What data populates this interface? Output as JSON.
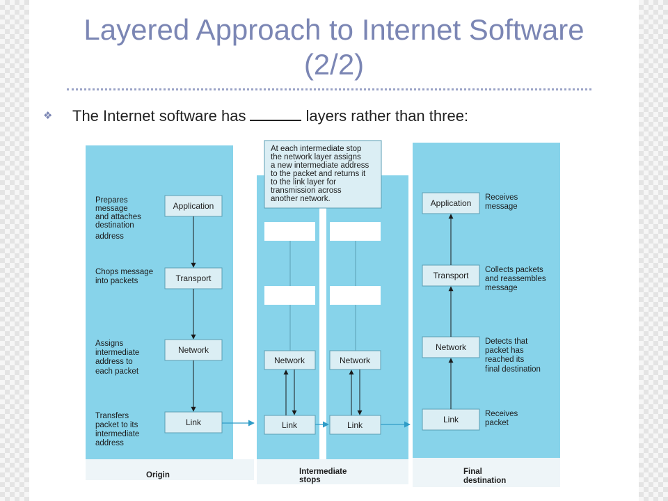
{
  "slide": {
    "title_line1": "Layered Approach to Internet Software",
    "title_line2": "(2/2)",
    "bullet_text_before": "The Internet software has",
    "bullet_text_after": "layers rather than three:",
    "bullet_icon": "diamond-bullet-icon"
  },
  "diagram": {
    "origin": {
      "caption": "Origin",
      "layers": [
        "Application",
        "Transport",
        "Network",
        "Link"
      ],
      "notes": [
        [
          "Prepares",
          "message",
          "and attaches",
          "destination",
          "address"
        ],
        [
          "Chops message",
          "into packets"
        ],
        [
          "Assigns",
          "intermediate",
          "address to",
          "each packet"
        ],
        [
          "Transfers",
          "packet to its",
          "intermediate",
          "address"
        ]
      ]
    },
    "intermediate": {
      "caption": [
        "Intermediate",
        "stops"
      ],
      "callout": [
        "At each intermediate stop",
        "the network layer assigns",
        "a new intermediate address",
        "to the packet and returns it",
        "to the link layer for",
        "transmission across",
        "another network."
      ],
      "layers": [
        "Network",
        "Link"
      ]
    },
    "destination": {
      "caption": [
        "Final",
        "destination"
      ],
      "layers": [
        "Application",
        "Transport",
        "Network",
        "Link"
      ],
      "notes": [
        [
          "Receives",
          "message"
        ],
        [
          "Collects packets",
          "and reassembles",
          "message"
        ],
        [
          "Detects that",
          "packet has",
          "reached its",
          "final destination"
        ],
        [
          "Receives",
          "packet"
        ]
      ]
    },
    "colors": {
      "panel": "#87d3ea",
      "box_fill": "#dbeef4",
      "box_stroke": "#5b9fb4",
      "arrow": "#1a1a1a",
      "link_arrow": "#2f9cc7"
    }
  }
}
